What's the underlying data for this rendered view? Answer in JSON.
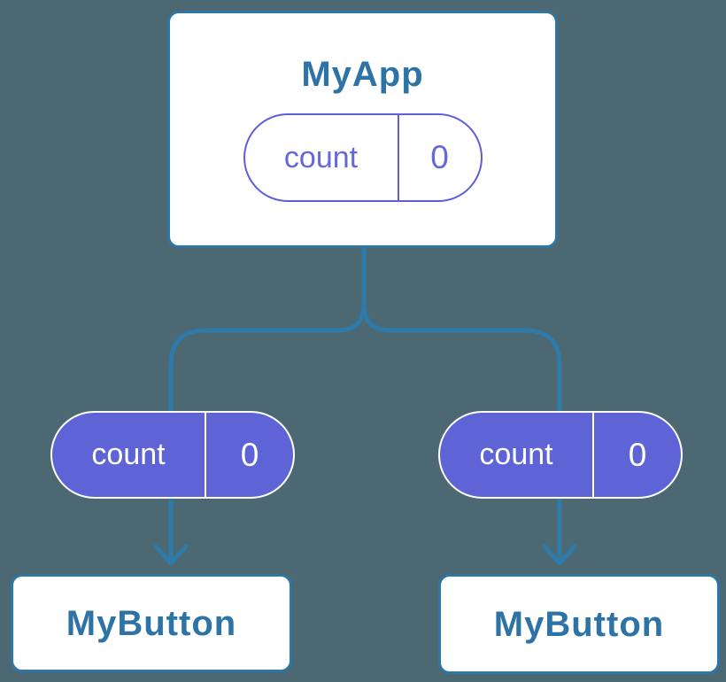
{
  "diagram": {
    "type": "component-state-tree",
    "root": {
      "label": "MyApp",
      "state": {
        "key": "count",
        "value": "0"
      }
    },
    "children": [
      {
        "label": "MyButton",
        "state": {
          "key": "count",
          "value": "0"
        }
      },
      {
        "label": "MyButton",
        "state": {
          "key": "count",
          "value": "0"
        }
      }
    ]
  },
  "colors": {
    "background": "#4C6872",
    "stroke_blue": "#2E7AAB",
    "text_blue": "#2E73A5",
    "purple_fill": "#5E63D6",
    "purple_stroke": "#5C5FD8",
    "card_background": "#FFFFFF",
    "pill_text_on_purple": "#FFFFFF"
  }
}
